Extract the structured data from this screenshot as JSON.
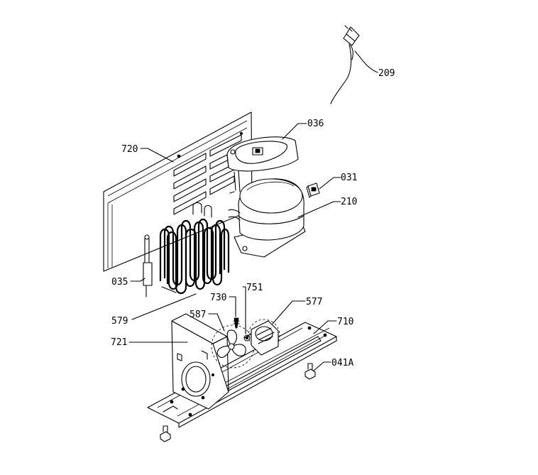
{
  "callouts": [
    {
      "id": "plug",
      "label": "209"
    },
    {
      "id": "compressor-base-cover",
      "label": "036"
    },
    {
      "id": "back-plate",
      "label": "720"
    },
    {
      "id": "relay",
      "label": "031"
    },
    {
      "id": "compressor",
      "label": "210"
    },
    {
      "id": "dryer-filter",
      "label": "035"
    },
    {
      "id": "condenser",
      "label": "579"
    },
    {
      "id": "screw-small",
      "label": "730"
    },
    {
      "id": "washer",
      "label": "751"
    },
    {
      "id": "fan-blade",
      "label": "587"
    },
    {
      "id": "fan-motor",
      "label": "577"
    },
    {
      "id": "base-plate",
      "label": "710"
    },
    {
      "id": "fan-bracket",
      "label": "721"
    },
    {
      "id": "foot-screw",
      "label": "041A"
    }
  ]
}
